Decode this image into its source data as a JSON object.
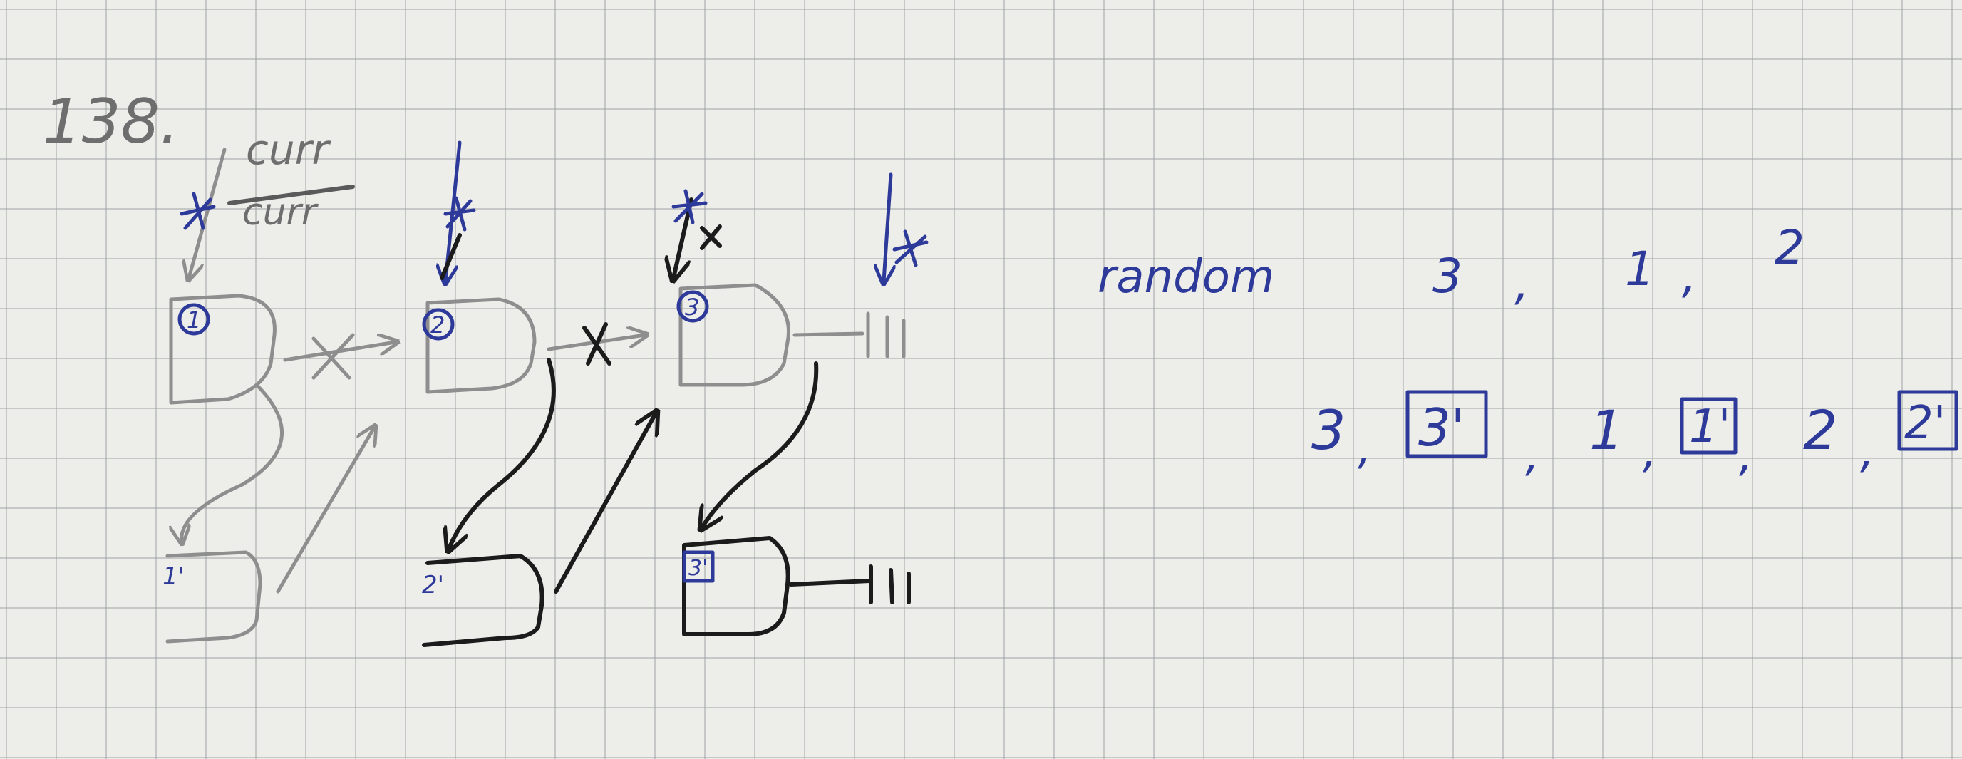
{
  "problem_number": "138.",
  "pointer_label": "curr",
  "crossed_out_label": "curr",
  "random_label": "random",
  "original_nodes": [
    {
      "label": "1"
    },
    {
      "label": "2"
    },
    {
      "label": "3"
    }
  ],
  "copied_nodes": [
    {
      "label": "1'"
    },
    {
      "label": "2'"
    },
    {
      "label": "3'"
    }
  ],
  "null_mark": "⊣||",
  "random_values": [
    "3",
    ",",
    "1",
    ",",
    "2"
  ],
  "interleaved_sequence": [
    {
      "text": "3",
      "boxed": false
    },
    {
      "text": ",",
      "boxed": false
    },
    {
      "text": "3'",
      "boxed": true
    },
    {
      "text": ",",
      "boxed": false
    },
    {
      "text": "1",
      "boxed": false
    },
    {
      "text": ",",
      "boxed": false
    },
    {
      "text": "1'",
      "boxed": true
    },
    {
      "text": ",",
      "boxed": false
    },
    {
      "text": "2",
      "boxed": false
    },
    {
      "text": ",",
      "boxed": false
    },
    {
      "text": "2'",
      "boxed": true
    }
  ],
  "colors": {
    "pencil": "#8e8e8e",
    "ink_black": "#1b1b1b",
    "ink_blue": "#2e3a9a",
    "paper": "#ededea",
    "grid": "#969ba0"
  }
}
